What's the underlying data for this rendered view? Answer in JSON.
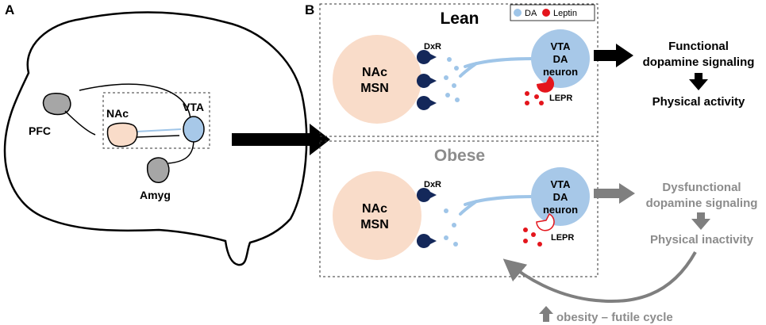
{
  "panel_a": {
    "letter": "A",
    "regions": {
      "pfc": "PFC",
      "nac": "NAc",
      "vta": "VTA",
      "amyg": "Amyg"
    }
  },
  "panel_b": {
    "letter": "B",
    "legend": {
      "da": "DA",
      "leptin": "Leptin"
    },
    "lean": {
      "title": "Lean",
      "nac_line1": "NAc",
      "nac_line2": "MSN",
      "receptor": "DxR",
      "vta_line1": "VTA",
      "vta_line2": "DA",
      "vta_line3": "neuron",
      "lepr": "LEPR",
      "outcome_line1": "Functional",
      "outcome_line2": "dopamine signaling",
      "result": "Physical activity"
    },
    "obese": {
      "title": "Obese",
      "nac_line1": "NAc",
      "nac_line2": "MSN",
      "receptor": "DxR",
      "vta_line1": "VTA",
      "vta_line2": "DA",
      "vta_line3": "neuron",
      "lepr": "LEPR",
      "outcome_line1": "Dysfunctional",
      "outcome_line2": "dopamine signaling",
      "result": "Physical inactivity",
      "cycle": "obesity – futile cycle"
    }
  },
  "colors": {
    "nac_fill": "#f9dcc9",
    "vta_fill": "#a7c8e8",
    "receptor": "#14285a",
    "dopamine": "#9fc5e8",
    "leptin": "#e4151c",
    "region_gray": "#a6a6a6",
    "obese_text": "#8c8c8c",
    "obese_arrow": "#7f7f7f"
  }
}
